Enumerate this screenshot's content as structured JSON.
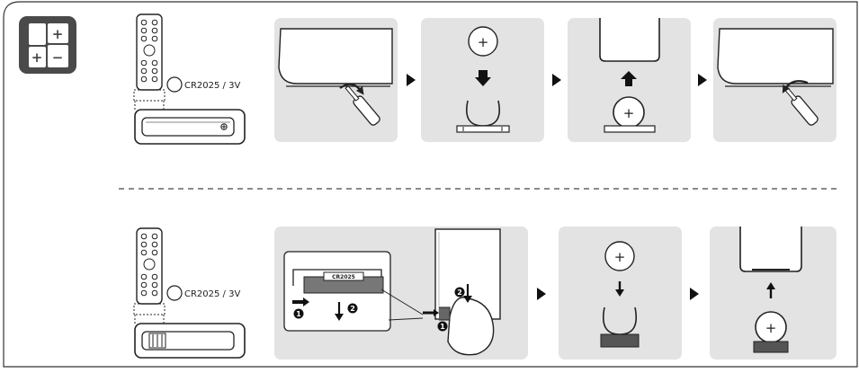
{
  "battery_badge": {
    "icon": "battery-replacement-icon",
    "signs": [
      "+",
      "+",
      "−"
    ]
  },
  "rows": [
    {
      "battery_label": "CR2025 / 3V",
      "steps": [
        {
          "icon": "screwdriver-open-cover-icon"
        },
        {
          "icon": "coin-cell-insert-icon"
        },
        {
          "icon": "cover-reattach-icon"
        },
        {
          "icon": "screwdriver-close-cover-icon"
        }
      ]
    },
    {
      "battery_label": "CR2025 / 3V",
      "steps": [
        {
          "icon": "tray-release-icon",
          "cell_marking": "CR2025",
          "callouts": [
            "1",
            "2"
          ]
        },
        {
          "icon": "coin-cell-insert-icon"
        },
        {
          "icon": "tray-reinsert-icon"
        }
      ]
    }
  ],
  "coin_cell_sign": "+",
  "colors": {
    "panel": "#e3e3e3",
    "ink": "#222222",
    "badge": "#4a4a4a",
    "border": "#333333"
  }
}
